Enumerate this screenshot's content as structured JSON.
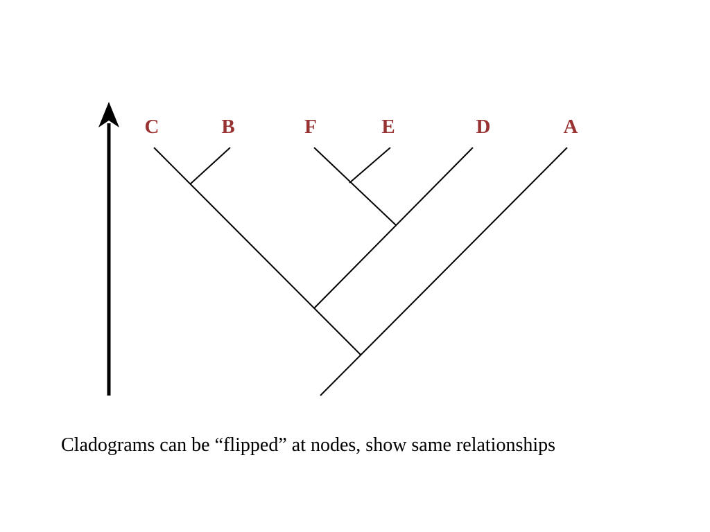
{
  "diagram": {
    "taxa": [
      {
        "id": "C",
        "label": "C"
      },
      {
        "id": "B",
        "label": "B"
      },
      {
        "id": "F",
        "label": "F"
      },
      {
        "id": "E",
        "label": "E"
      },
      {
        "id": "D",
        "label": "D"
      },
      {
        "id": "A",
        "label": "A"
      }
    ],
    "tree": "((C,B),((F,E),D)),A",
    "label_color": "#993333",
    "line_color": "#000000"
  },
  "caption": {
    "text": "Cladograms can be “flipped” at nodes, show same relationships"
  }
}
